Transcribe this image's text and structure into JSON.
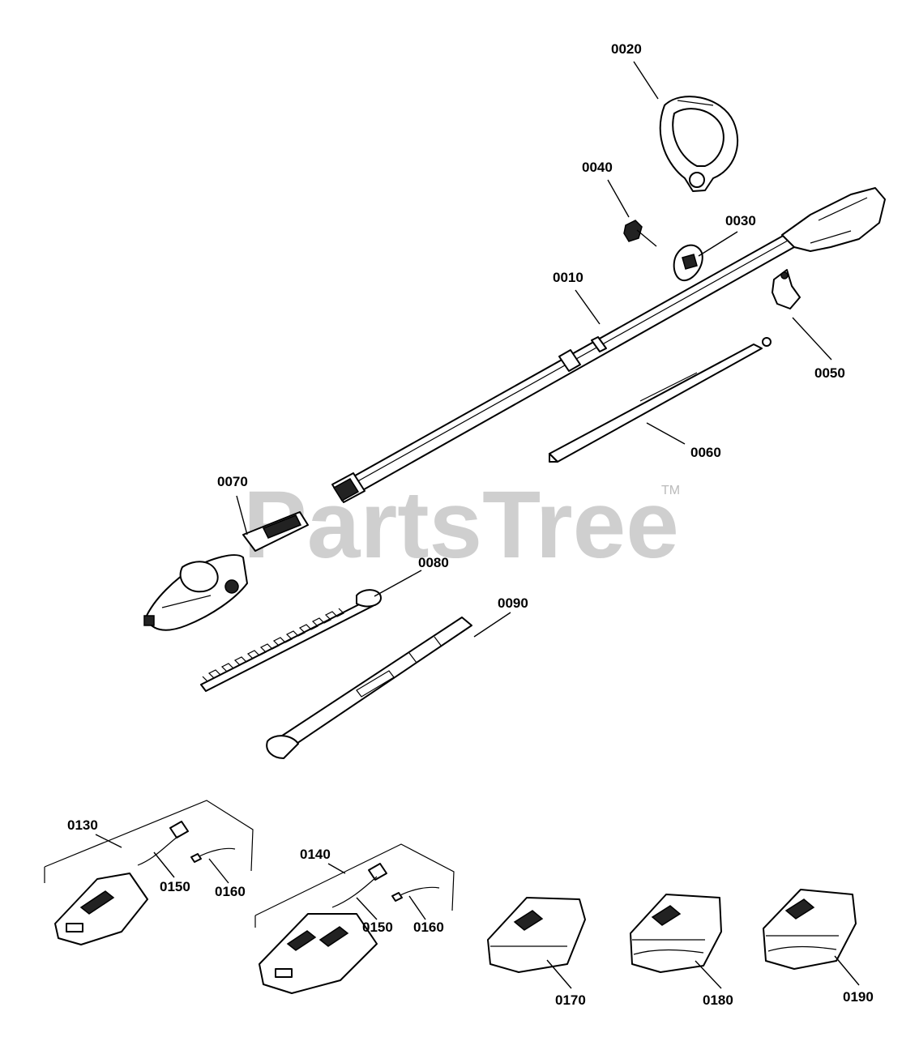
{
  "watermark": {
    "text": "PartsTree",
    "mark": "TM"
  },
  "callouts": [
    {
      "id": "0010"
    },
    {
      "id": "0020"
    },
    {
      "id": "0030"
    },
    {
      "id": "0040"
    },
    {
      "id": "0050"
    },
    {
      "id": "0060"
    },
    {
      "id": "0070"
    },
    {
      "id": "0080"
    },
    {
      "id": "0090"
    },
    {
      "id": "0130"
    },
    {
      "id": "0140"
    },
    {
      "id": "0150"
    },
    {
      "id": "0160"
    },
    {
      "id": "0150"
    },
    {
      "id": "0160"
    },
    {
      "id": "0170"
    },
    {
      "id": "0180"
    },
    {
      "id": "0190"
    }
  ],
  "parts": [
    "pole-shaft",
    "d-handle",
    "handle-clamp",
    "clamp-knob",
    "strap-clip",
    "blade-cover-strip",
    "hedge-trimmer-head",
    "cutting-blade",
    "blade-sheath",
    "charger-single",
    "charger-dual",
    "power-plug",
    "power-cord",
    "battery-small",
    "battery-medium",
    "battery-large"
  ]
}
